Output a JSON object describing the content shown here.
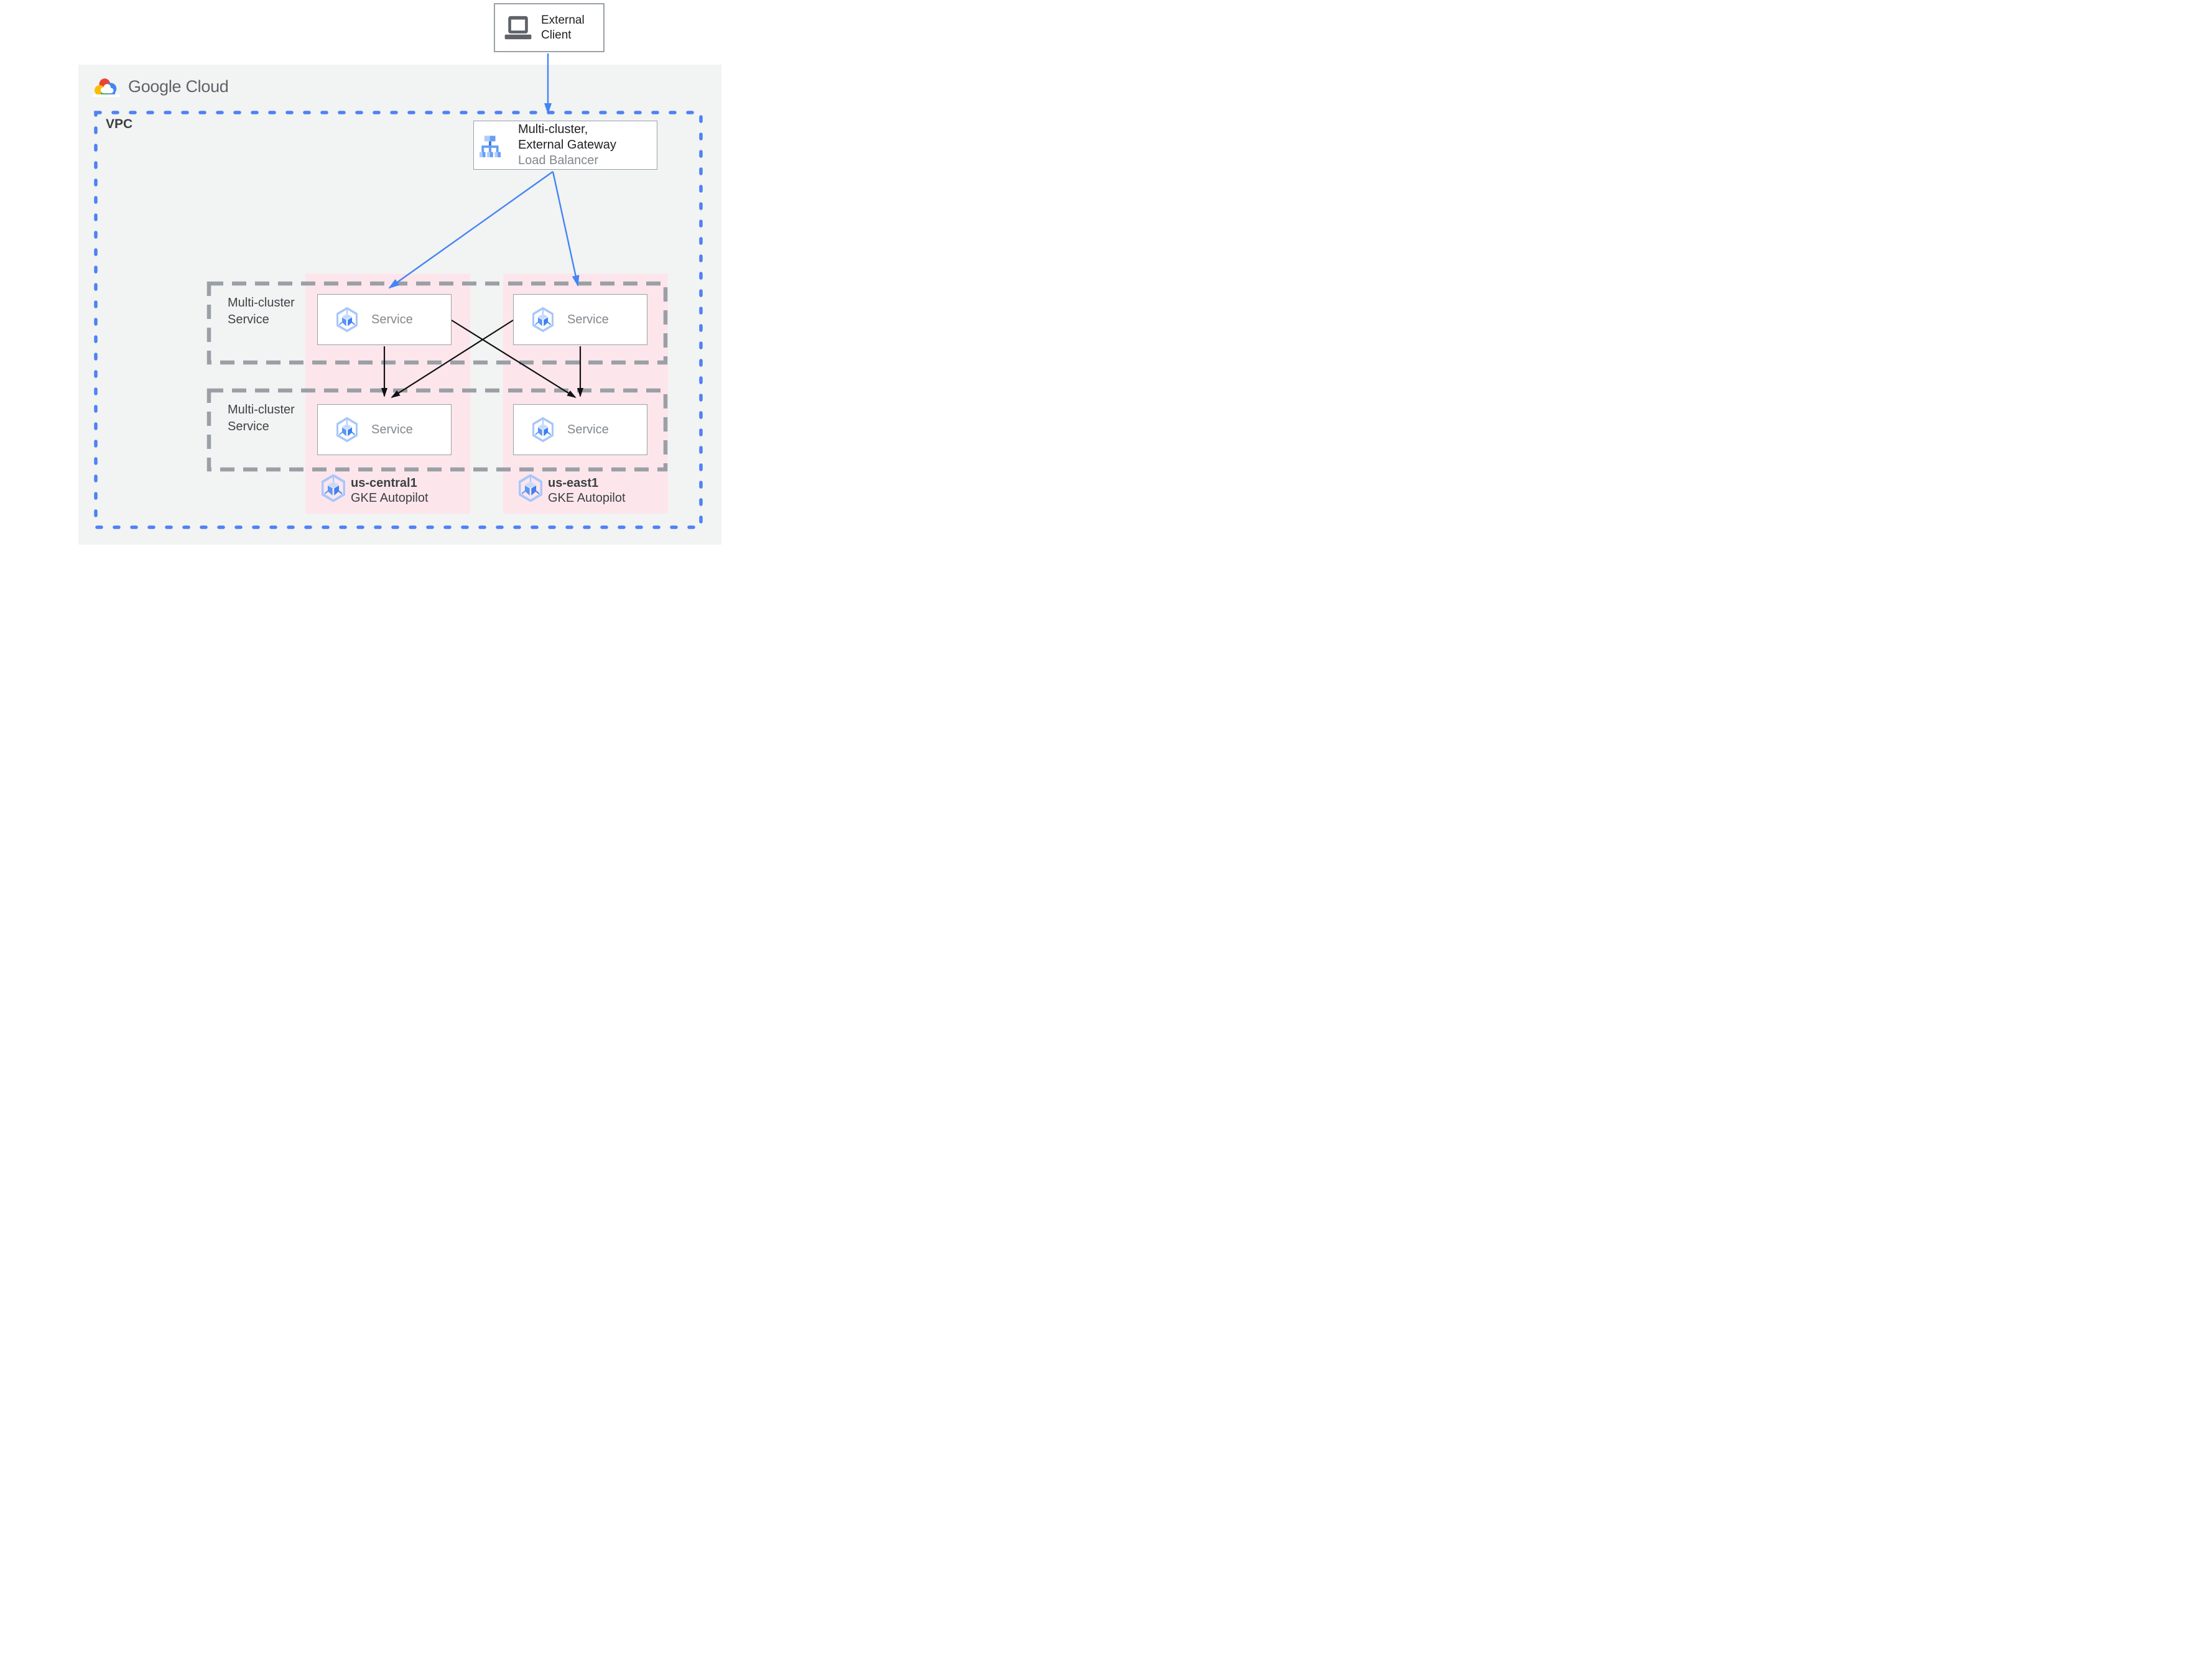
{
  "brand": {
    "google": "Google",
    "cloud": "Cloud"
  },
  "external_client": {
    "line1": "External",
    "line2": "Client",
    "icon": "laptop-icon"
  },
  "vpc": {
    "label": "VPC"
  },
  "load_balancer": {
    "title_line1": "Multi-cluster,",
    "title_line2": "External Gateway",
    "subtitle": "Load Balancer",
    "icon": "load-balancer-icon"
  },
  "service_rows": [
    {
      "label_line1": "Multi-cluster",
      "label_line2": "Service"
    },
    {
      "label_line1": "Multi-cluster",
      "label_line2": "Service"
    }
  ],
  "service_label": "Service",
  "clusters": [
    {
      "region": "us-central1",
      "platform": "GKE Autopilot",
      "icon": "gke-hexagon-icon"
    },
    {
      "region": "us-east1",
      "platform": "GKE Autopilot",
      "icon": "gke-hexagon-icon"
    }
  ],
  "edges": [
    {
      "from": "external-client",
      "to": "load-balancer",
      "color": "#4285f4"
    },
    {
      "from": "load-balancer",
      "to": "service-row1-left",
      "color": "#4285f4"
    },
    {
      "from": "load-balancer",
      "to": "service-row1-right",
      "color": "#4285f4"
    },
    {
      "from": "service-row1-left",
      "to": "service-row2-left",
      "color": "#111111"
    },
    {
      "from": "service-row1-left",
      "to": "service-row2-right",
      "color": "#111111"
    },
    {
      "from": "service-row1-right",
      "to": "service-row2-left",
      "color": "#111111"
    },
    {
      "from": "service-row1-right",
      "to": "service-row2-right",
      "color": "#111111"
    }
  ],
  "colors": {
    "panel_bg": "#f2f3f3",
    "cluster_bg": "#fce6ec",
    "vpc_border": "#4e82f4",
    "row_border": "#9aa0a6",
    "arrow_blue": "#4285f4",
    "arrow_black": "#111111",
    "icon_blue": "#4285f4",
    "icon_light_blue": "#aecbfa"
  }
}
